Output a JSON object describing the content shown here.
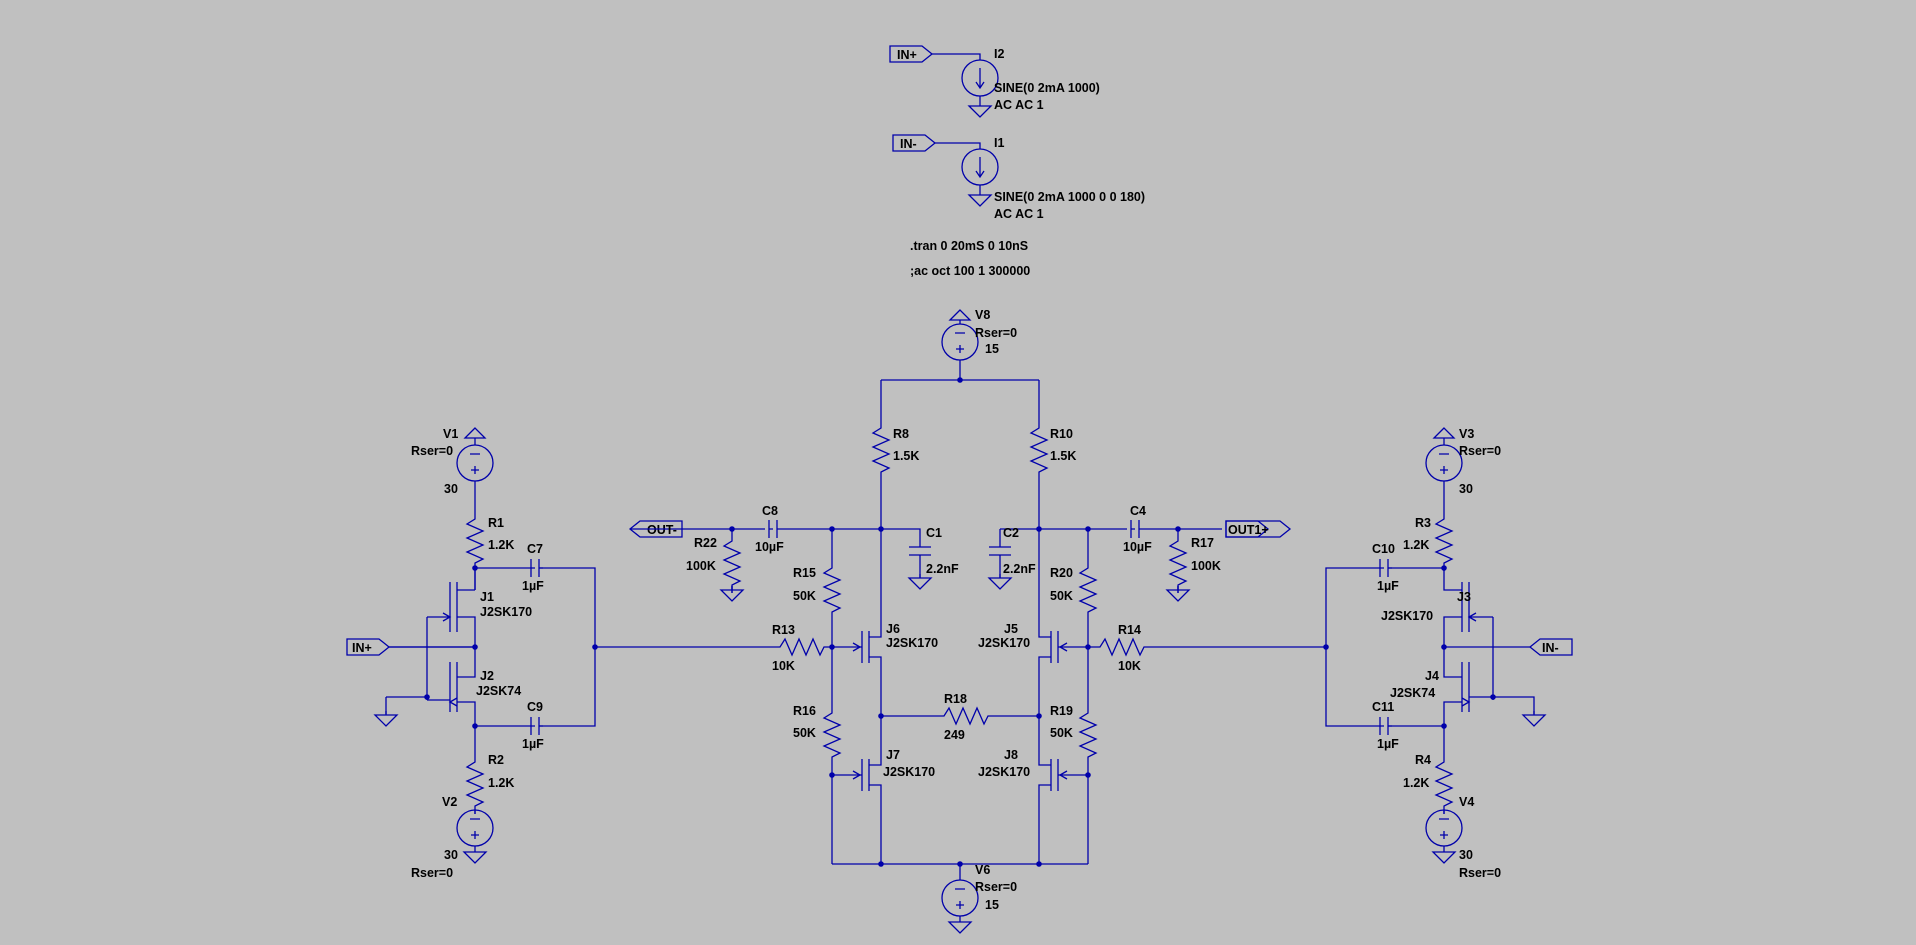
{
  "nets": {
    "in_plus": "IN+",
    "in_minus": "IN-",
    "out_minus": "OUT-",
    "out1_plus": "OUT1+"
  },
  "sources": {
    "I2": {
      "name": "I2",
      "value": "SINE(0 2mA 1000)",
      "ac": "AC AC 1"
    },
    "I1": {
      "name": "I1",
      "value": "SINE(0 2mA 1000 0 0 180)",
      "ac": "AC AC 1"
    },
    "V8": {
      "name": "V8",
      "rser": "Rser=0",
      "value": "15"
    },
    "V6": {
      "name": "V6",
      "rser": "Rser=0",
      "value": "15"
    },
    "V1": {
      "name": "V1",
      "rser": "Rser=0",
      "value": "30"
    },
    "V2": {
      "name": "V2",
      "rser": "Rser=0",
      "value": "30"
    },
    "V3": {
      "name": "V3",
      "rser": "Rser=0",
      "value": "30"
    },
    "V4": {
      "name": "V4",
      "rser": "Rser=0",
      "value": "30"
    }
  },
  "directives": {
    "tran": ".tran 0 20mS 0 10nS",
    "ac": ";ac oct 100 1 300000"
  },
  "resistors": {
    "R1": {
      "name": "R1",
      "value": "1.2K"
    },
    "R2": {
      "name": "R2",
      "value": "1.2K"
    },
    "R3": {
      "name": "R3",
      "value": "1.2K"
    },
    "R4": {
      "name": "R4",
      "value": "1.2K"
    },
    "R8": {
      "name": "R8",
      "value": "1.5K"
    },
    "R10": {
      "name": "R10",
      "value": "1.5K"
    },
    "R13": {
      "name": "R13",
      "value": "10K"
    },
    "R14": {
      "name": "R14",
      "value": "10K"
    },
    "R15": {
      "name": "R15",
      "value": "50K"
    },
    "R16": {
      "name": "R16",
      "value": "50K"
    },
    "R19": {
      "name": "R19",
      "value": "50K"
    },
    "R20": {
      "name": "R20",
      "value": "50K"
    },
    "R17": {
      "name": "R17",
      "value": "100K"
    },
    "R22": {
      "name": "R22",
      "value": "100K"
    },
    "R18": {
      "name": "R18",
      "value": "249"
    }
  },
  "capacitors": {
    "C1": {
      "name": "C1",
      "value": "2.2nF"
    },
    "C2": {
      "name": "C2",
      "value": "2.2nF"
    },
    "C4": {
      "name": "C4",
      "value": "10µF"
    },
    "C8": {
      "name": "C8",
      "value": "10µF"
    },
    "C7": {
      "name": "C7",
      "value": "1µF"
    },
    "C9": {
      "name": "C9",
      "value": "1µF"
    },
    "C10": {
      "name": "C10",
      "value": "1µF"
    },
    "C11": {
      "name": "C11",
      "value": "1µF"
    }
  },
  "jfets": {
    "J1": {
      "name": "J1",
      "part": "J2SK170"
    },
    "J2": {
      "name": "J2",
      "part": "J2SK74"
    },
    "J3": {
      "name": "J3",
      "part": "J2SK170"
    },
    "J4": {
      "name": "J4",
      "part": "J2SK74"
    },
    "J5": {
      "name": "J5",
      "part": "J2SK170"
    },
    "J6": {
      "name": "J6",
      "part": "J2SK170"
    },
    "J7": {
      "name": "J7",
      "part": "J2SK170"
    },
    "J8": {
      "name": "J8",
      "part": "J2SK170"
    }
  }
}
